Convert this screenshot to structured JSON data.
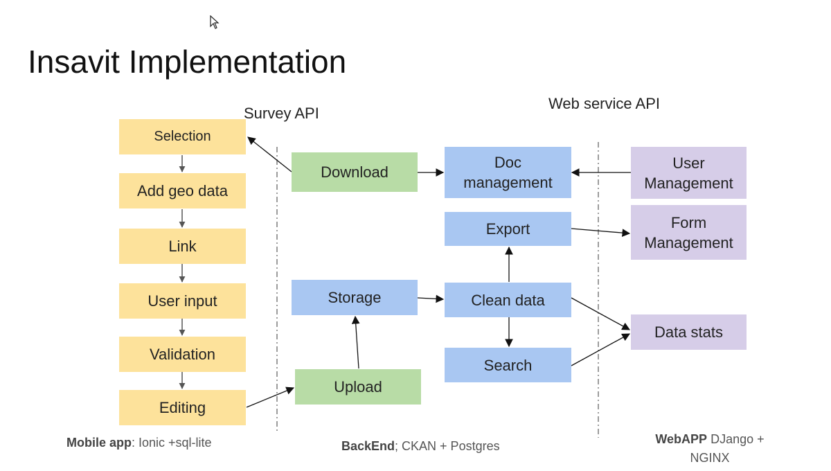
{
  "title": "Insavit Implementation",
  "api_labels": {
    "survey": "Survey\nAPI",
    "webservice": "Web service\nAPI"
  },
  "mobile": {
    "selection": "Selection",
    "add_geo": "Add geo data",
    "link": "Link",
    "user_input": "User input",
    "validation": "Validation",
    "editing": "Editing"
  },
  "backend": {
    "download": "Download",
    "upload": "Upload",
    "storage": "Storage",
    "doc_management": "Doc\nmanagement",
    "export": "Export",
    "clean_data": "Clean data",
    "search": "Search"
  },
  "webapp": {
    "user_management": "User\nManagement",
    "form_management": "Form\nManagement",
    "data_stats": "Data stats"
  },
  "footer": {
    "mobile_bold": "Mobile app",
    "mobile_rest": ": Ionic +sql-lite",
    "backend_bold": "BackEnd",
    "backend_rest": "; CKAN + Postgres",
    "webapp_bold": "WebAPP",
    "webapp_rest": " DJango +\nNGINX"
  },
  "colors": {
    "mobile": "#fde29b",
    "backend_io": "#b8dca6",
    "backend_core": "#a9c7f2",
    "webapp": "#d6cde8"
  }
}
